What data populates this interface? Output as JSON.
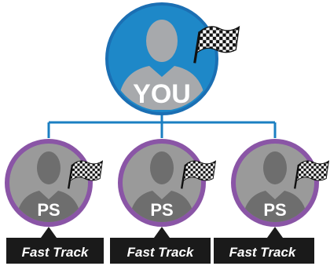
{
  "root": {
    "label": "YOU",
    "ring_color": "#1b6fb3",
    "fill_color": "#1e88c8",
    "icons": [
      "person-silhouette-icon",
      "checkered-flag-icon"
    ]
  },
  "children": [
    {
      "label": "PS",
      "badge": "Fast Track"
    },
    {
      "label": "PS",
      "badge": "Fast Track"
    },
    {
      "label": "PS",
      "badge": "Fast Track"
    }
  ],
  "child_style": {
    "ring_color": "#8a55a6",
    "fill_color": "#9a9a9a",
    "icons": [
      "person-silhouette-icon",
      "checkered-flag-icon"
    ]
  },
  "connector_color": "#1b7fc2",
  "badge_color": "#1a1a1a"
}
